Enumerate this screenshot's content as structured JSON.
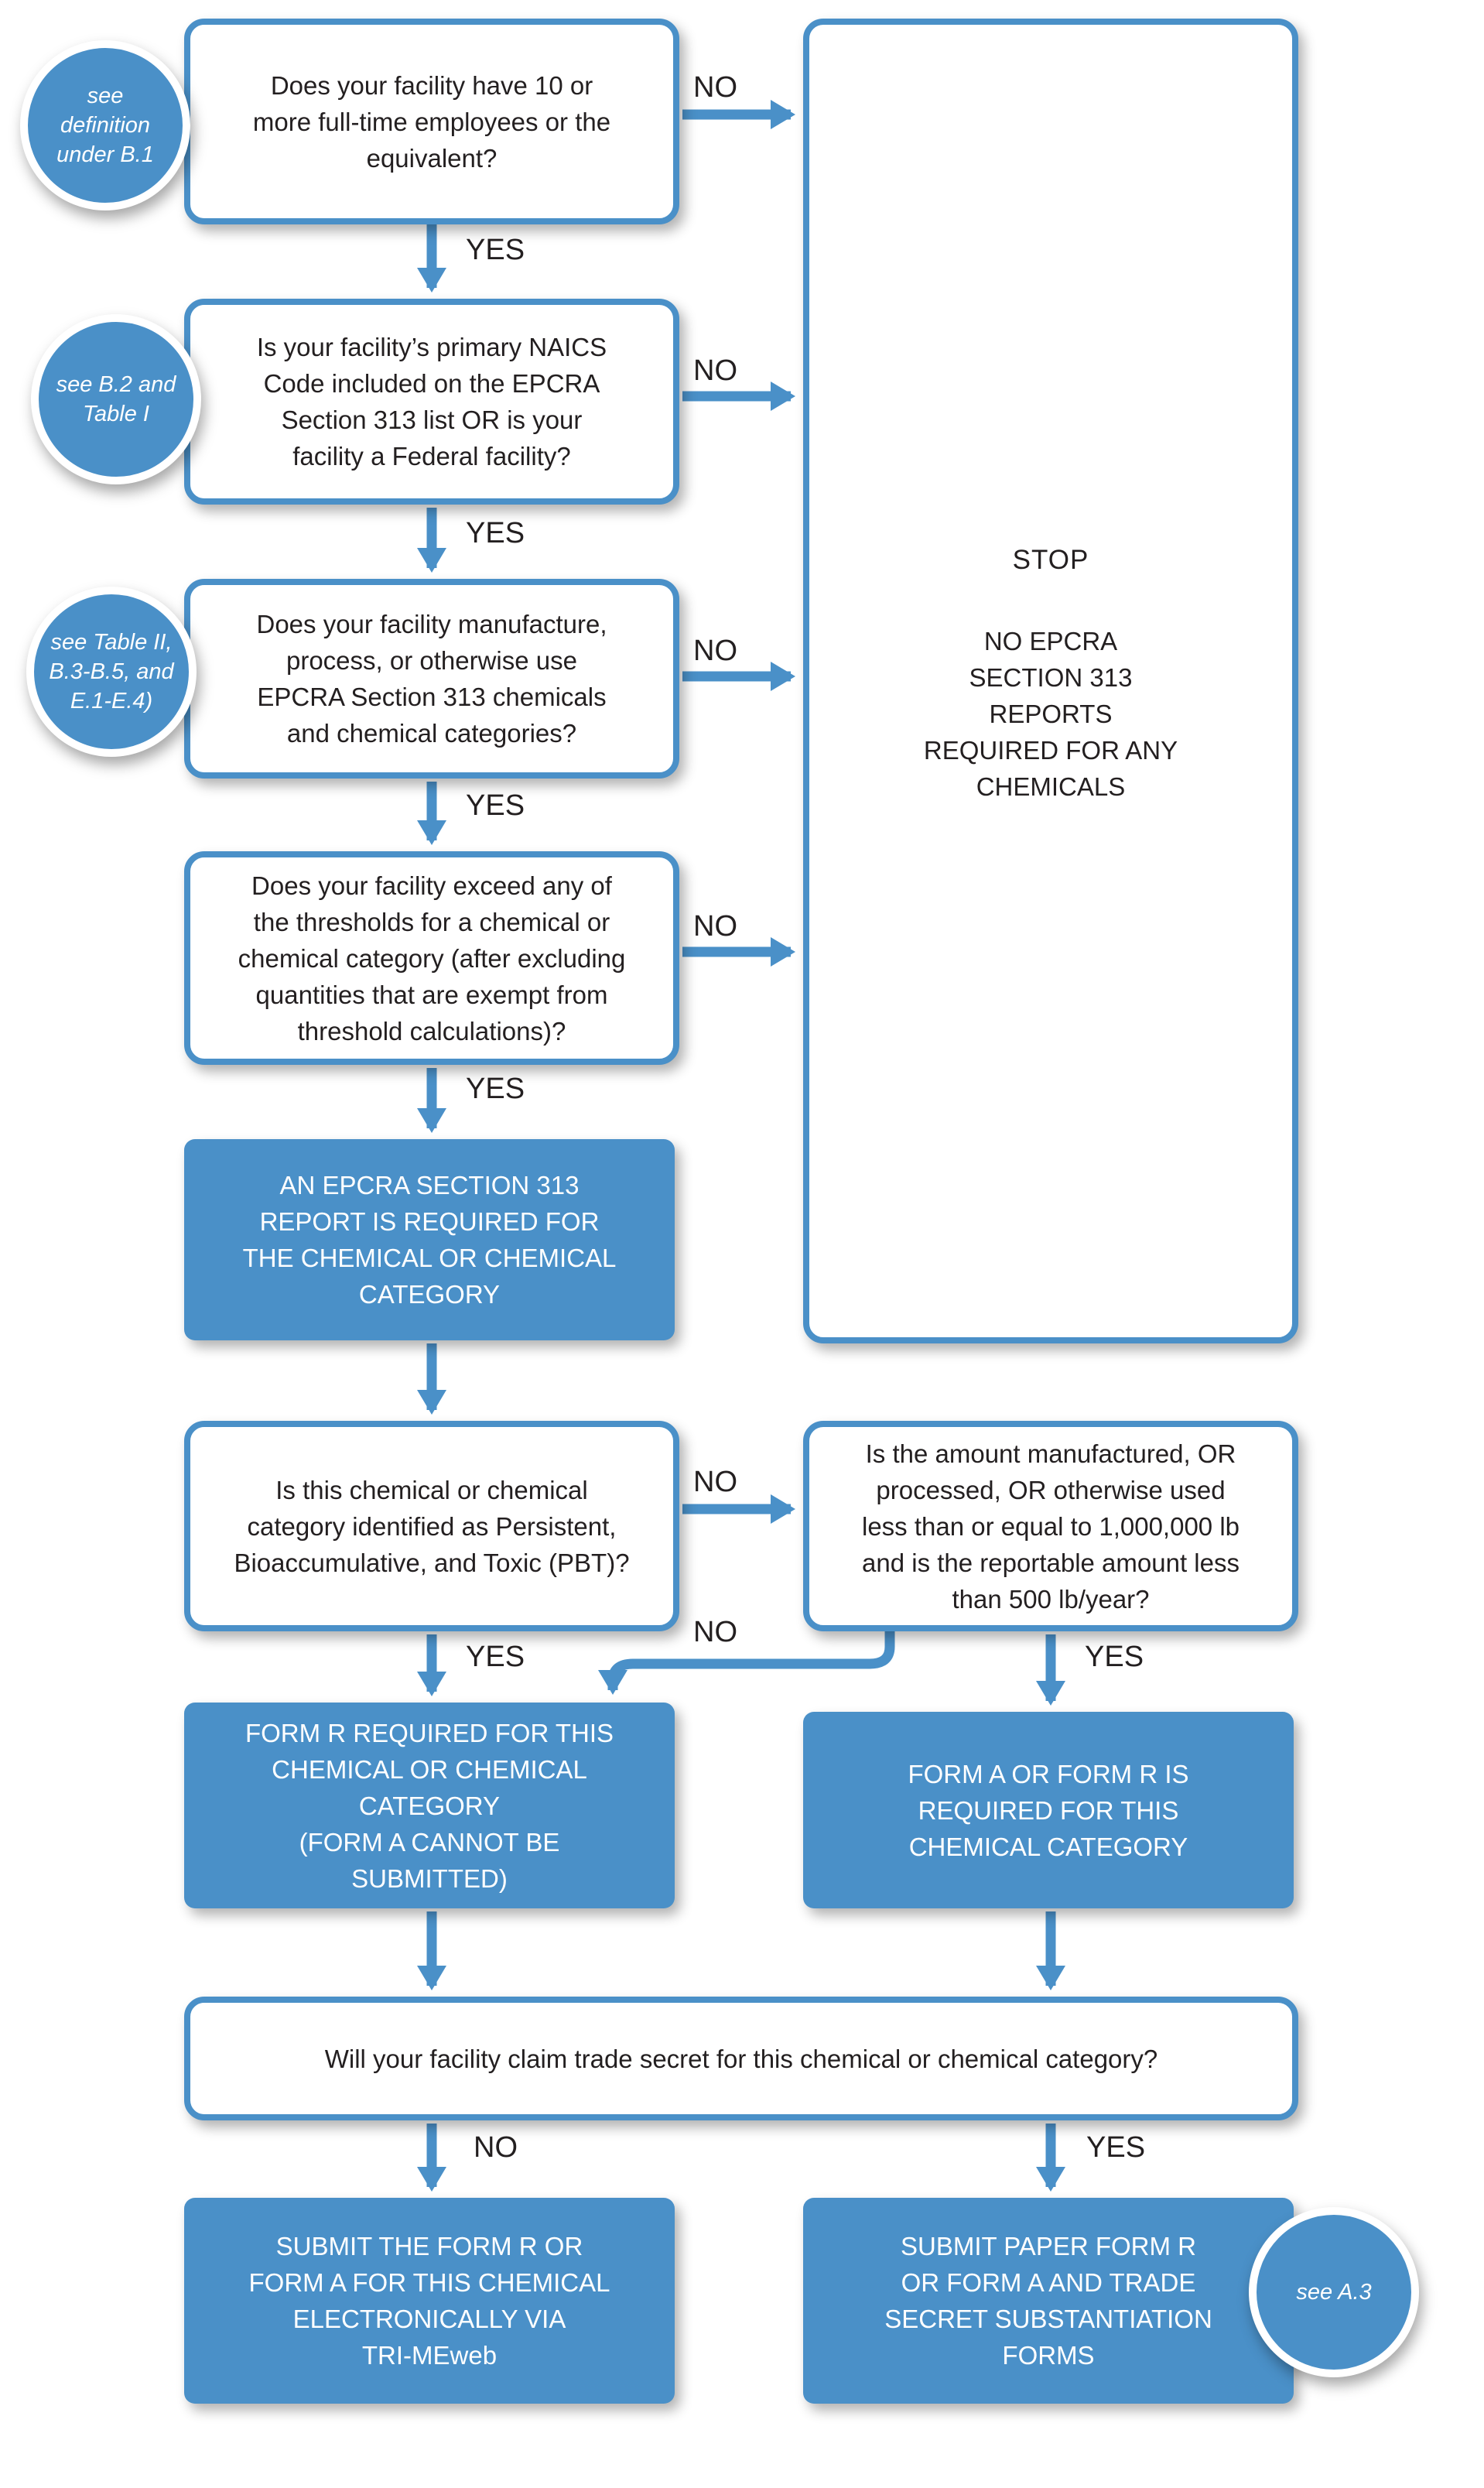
{
  "colors": {
    "accent_blue": "#4a90c8",
    "text_dark": "#231f20",
    "white": "#ffffff"
  },
  "labels": {
    "yes": "YES",
    "no": "NO"
  },
  "notes": {
    "b1": "see\ndefinition\nunder B.1",
    "b2": "see B.2 and\nTable I",
    "tables": "see Table II,\nB.3-B.5, and\nE.1-E.4)",
    "a3": "see A.3"
  },
  "boxes": {
    "employees": "Does your facility have 10 or\nmore full-time employees or the\nequivalent?",
    "naics": "Is your facility’s primary NAICS\nCode included on the EPCRA\nSection 313 list OR is your\nfacility a Federal facility?",
    "manufacture": "Does your facility manufacture,\nprocess, or otherwise use\nEPCRA Section 313 chemicals\nand chemical categories?",
    "thresholds": "Does your facility exceed any of\nthe thresholds for a chemical or\nchemical category (after excluding\nquantities that are exempt from\nthreshold calculations)?",
    "stop_title": "STOP",
    "stop_body": "NO EPCRA\nSECTION 313\nREPORTS\nREQUIRED FOR ANY\nCHEMICALS",
    "report_required": "AN EPCRA SECTION 313\nREPORT IS REQUIRED FOR\nTHE CHEMICAL OR CHEMICAL\nCATEGORY",
    "pbt": "Is this chemical or chemical\ncategory identified as Persistent,\nBioaccumulative, and Toxic (PBT)?",
    "amount": "Is the amount manufactured, OR\nprocessed, OR otherwise used\nless than or equal to 1,000,000 lb\nand is the reportable amount less\nthan 500 lb/year?",
    "form_r": "FORM R REQUIRED FOR THIS\nCHEMICAL OR CHEMICAL\nCATEGORY\n(FORM A CANNOT BE\nSUBMITTED)",
    "form_a_or_r": "FORM A OR FORM R IS\nREQUIRED FOR THIS\nCHEMICAL CATEGORY",
    "trade_secret": "Will your facility claim trade secret for this chemical or chemical category?",
    "submit_electronic": "SUBMIT THE FORM R OR\nFORM A FOR THIS CHEMICAL\nELECTRONICALLY VIA\nTRI-MEweb",
    "submit_paper": "SUBMIT PAPER FORM R\nOR FORM A AND TRADE\nSECRET SUBSTANTIATION\nFORMS"
  }
}
